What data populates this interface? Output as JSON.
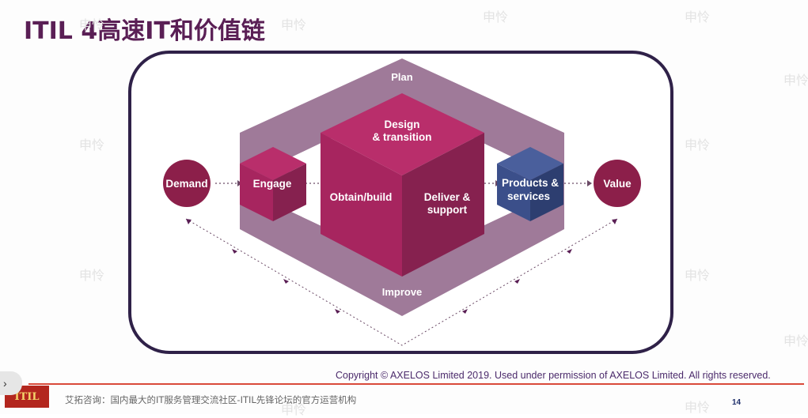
{
  "slide": {
    "title": "ITIL 4高速IT和价值链",
    "copyright": "Copyright © AXELOS Limited 2019. Used under permission of AXELOS Limited. All rights reserved.",
    "footer": "艾拓咨询：国内最大的IT服务管理交流社区-ITIL先锋论坛的官方运营机构",
    "page_number": "14",
    "logo_text": "ITIL",
    "watermark": "申怜"
  },
  "diagram": {
    "demand": "Demand",
    "value": "Value",
    "plan": "Plan",
    "improve": "Improve",
    "engage": "Engage",
    "design_1": "Design",
    "design_2": "& transition",
    "obtain_build": "Obtain/build",
    "deliver_1": "Deliver &",
    "deliver_2": "support",
    "products_1": "Products &",
    "products_2": "services"
  },
  "colors": {
    "title": "#5a1f55",
    "frame": "#2f2148",
    "mauve_band": "#9a7393",
    "magenta_front": "#a7255f",
    "magenta_top": "#b92e6b",
    "magenta_side": "#86214f",
    "navy_front": "#3b4f8a",
    "navy_top": "#4a5f9c",
    "navy_side": "#2d3e70",
    "footer_line": "#d94a3a"
  }
}
